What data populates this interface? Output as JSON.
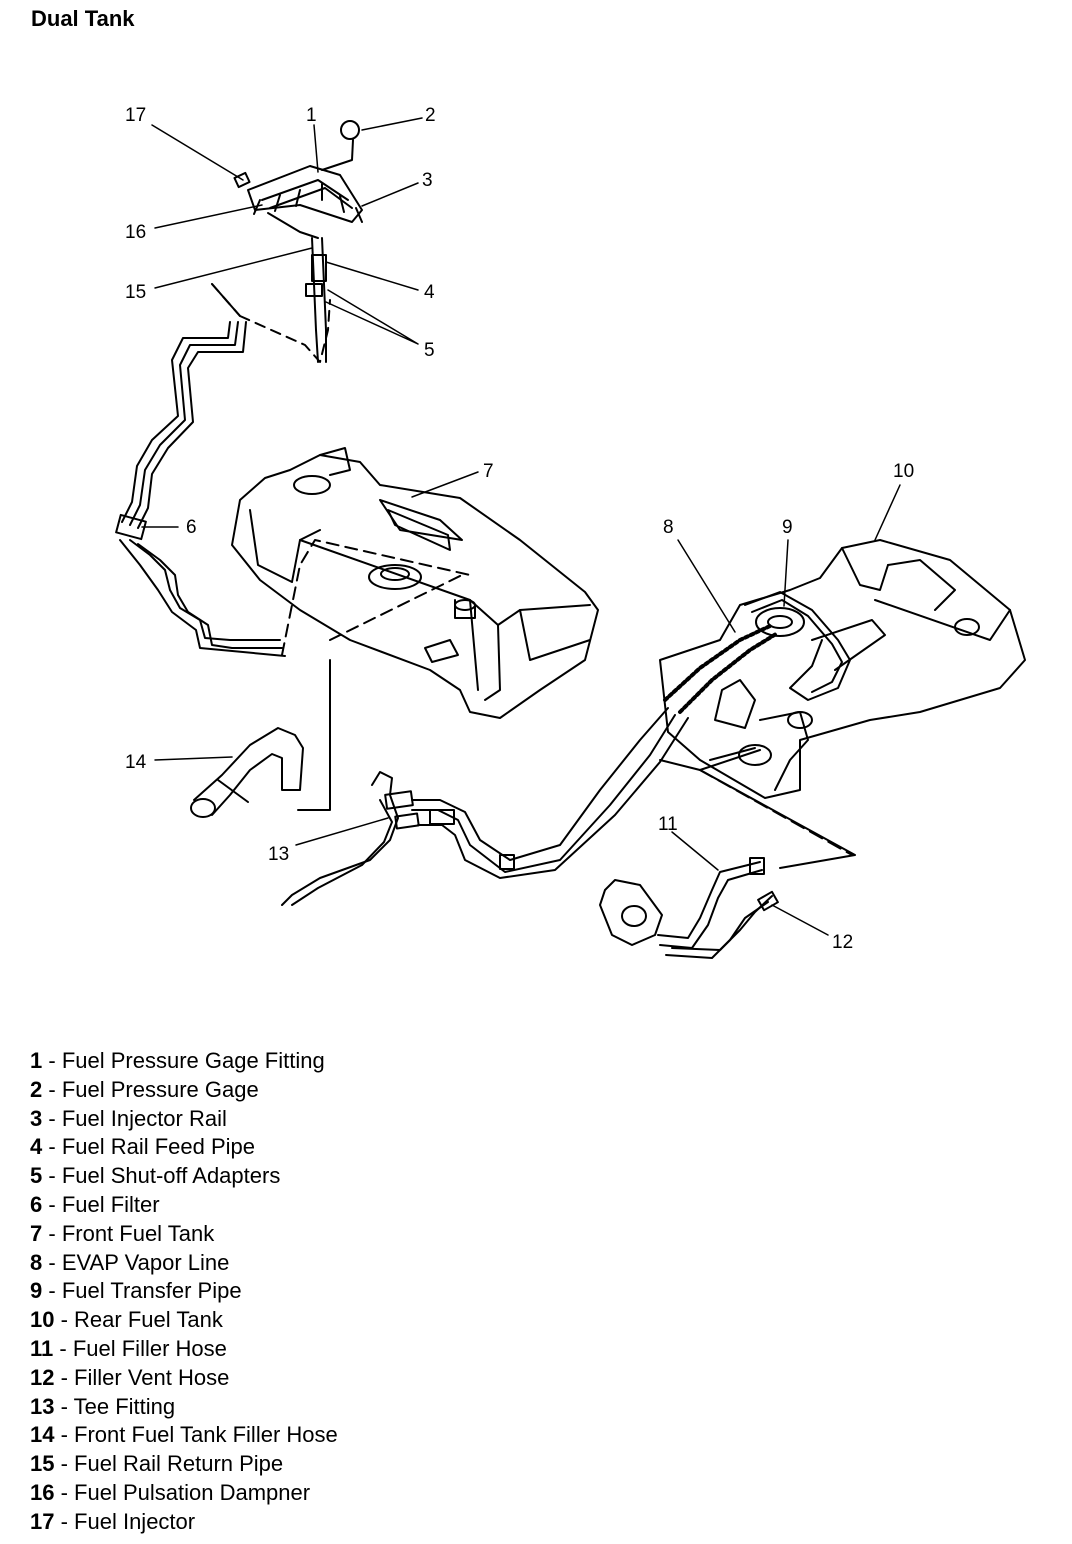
{
  "title": "Dual Tank",
  "callouts": [
    "1",
    "2",
    "3",
    "4",
    "5",
    "6",
    "7",
    "8",
    "9",
    "10",
    "11",
    "12",
    "13",
    "14",
    "15",
    "16",
    "17"
  ],
  "legend": [
    {
      "num": "1",
      "sep": " - ",
      "text": "Fuel Pressure Gage Fitting"
    },
    {
      "num": "2",
      "sep": " - ",
      "text": "Fuel Pressure Gage"
    },
    {
      "num": "3",
      "sep": " - ",
      "text": "Fuel Injector Rail"
    },
    {
      "num": "4",
      "sep": " - ",
      "text": "Fuel Rail Feed Pipe"
    },
    {
      "num": "5",
      "sep": " - ",
      "text": "Fuel Shut-off Adapters"
    },
    {
      "num": "6",
      "sep": " - ",
      "text": "Fuel Filter"
    },
    {
      "num": "7",
      "sep": " - ",
      "text": "Front Fuel Tank"
    },
    {
      "num": "8",
      "sep": " - ",
      "text": "EVAP Vapor Line"
    },
    {
      "num": "9",
      "sep": " - ",
      "text": "Fuel Transfer Pipe"
    },
    {
      "num": "10",
      "sep": " - ",
      "text": "Rear Fuel Tank"
    },
    {
      "num": "11",
      "sep": " - ",
      "text": "Fuel Filler Hose"
    },
    {
      "num": "12",
      "sep": " - ",
      "text": "Filler Vent Hose"
    },
    {
      "num": "13",
      "sep": " - ",
      "text": "Tee Fitting"
    },
    {
      "num": "14",
      "sep": " - ",
      "text": "Front Fuel Tank Filler Hose"
    },
    {
      "num": "15",
      "sep": " - ",
      "text": "Fuel Rail Return Pipe"
    },
    {
      "num": "16",
      "sep": " - ",
      "text": "Fuel Pulsation Dampner"
    },
    {
      "num": "17",
      "sep": " - ",
      "text": "Fuel Injector"
    }
  ]
}
